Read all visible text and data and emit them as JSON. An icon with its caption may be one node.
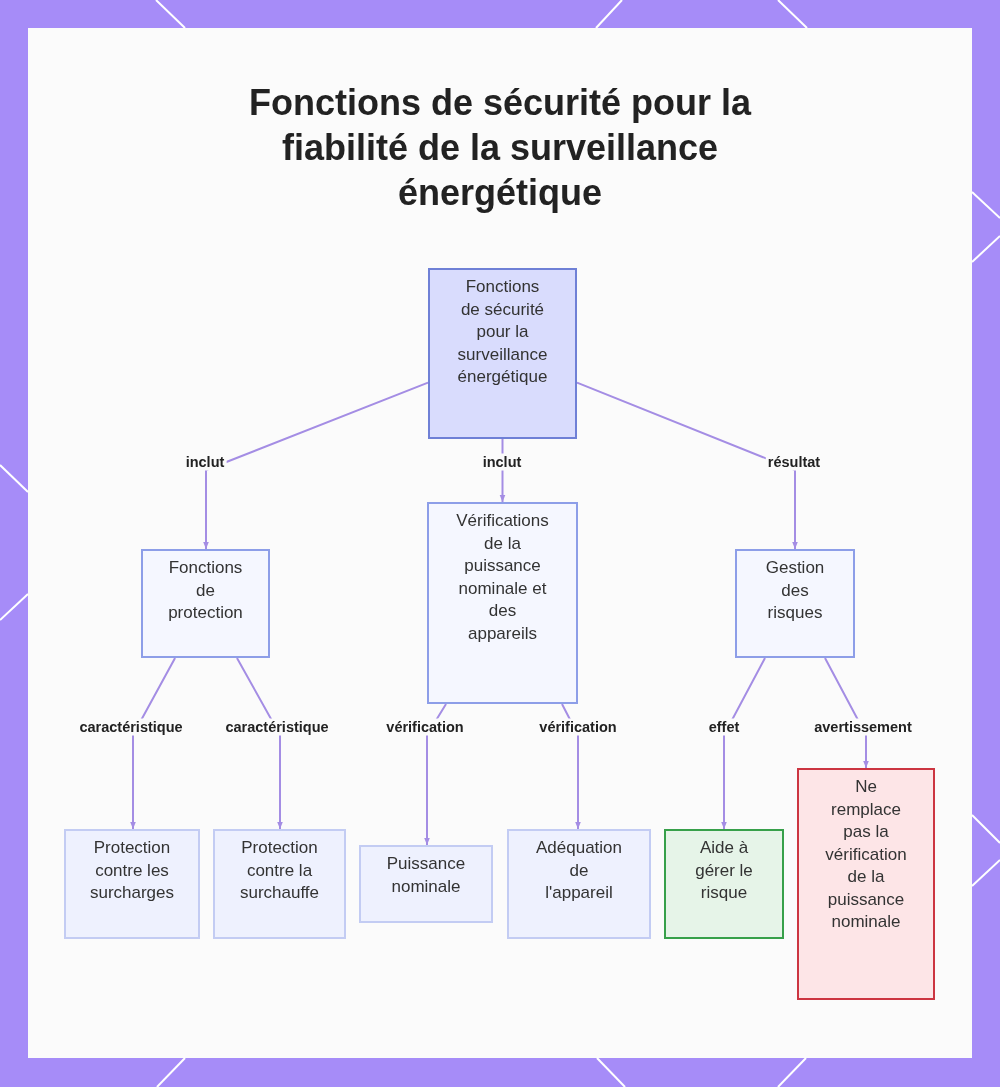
{
  "diagram": {
    "title": "Fonctions de sécurité pour la fiabilité de la surveillance énergétique",
    "nodes": [
      {
        "text": [
          "Fonctions de sécurité pour la surveillance énergétique"
        ]
      },
      {
        "text": [
          "Fonctions de protection"
        ]
      },
      {
        "text": [
          "Vérifications de la puissance nominale et des appareils"
        ]
      },
      {
        "text": [
          "Gestion des risques"
        ]
      },
      {
        "text": [
          "Protection contre les surcharges"
        ]
      },
      {
        "text": [
          "Protection contre la surchauffe"
        ]
      },
      {
        "text": [
          "Puissance nominale"
        ]
      },
      {
        "text": [
          "Adéquation de l'appareil"
        ]
      },
      {
        "text": [
          "Aide à gérer le risque"
        ]
      },
      {
        "text": [
          "Ne remplace pas la vérification de la puissance nominale"
        ]
      }
    ],
    "edges": [
      {
        "from": 0,
        "to": 1,
        "arrow": "to",
        "label": "inclut"
      },
      {
        "from": 0,
        "to": 2,
        "arrow": "to",
        "label": "inclut"
      },
      {
        "from": 0,
        "to": 3,
        "arrow": "to",
        "label": "résultat"
      },
      {
        "from": 1,
        "to": 4,
        "arrow": "to",
        "label": "caractéristique"
      },
      {
        "from": 1,
        "to": 5,
        "arrow": "to",
        "label": "caractéristique"
      },
      {
        "from": 2,
        "to": 6,
        "arrow": "to",
        "label": "vérification"
      },
      {
        "from": 2,
        "to": 7,
        "arrow": "to",
        "label": "vérification"
      },
      {
        "from": 3,
        "to": 8,
        "arrow": "to",
        "label": "effet"
      },
      {
        "from": 3,
        "to": 9,
        "arrow": "to",
        "label": "avertissement"
      }
    ]
  }
}
